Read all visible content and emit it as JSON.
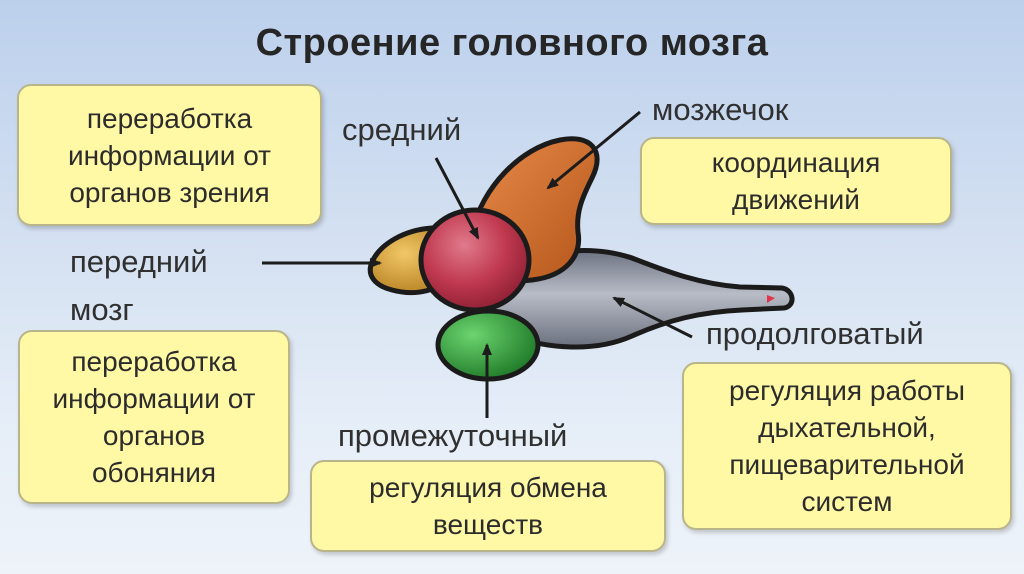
{
  "title": "Строение головного мозга",
  "parts": {
    "forebrain": {
      "label_line1": "передний",
      "label_line2": "мозг",
      "functions": [
        {
          "text": "переработка информации от органов зрения"
        },
        {
          "text": "переработка информации от органов обоняния"
        }
      ]
    },
    "midbrain": {
      "label": "средний"
    },
    "cerebellum": {
      "label": "мозжечок",
      "function": "координация движений"
    },
    "diencephalon": {
      "label": "промежуточный",
      "function": "регуляция обмена веществ"
    },
    "medulla": {
      "label": "продолговатый",
      "function": "регуляция работы дыхательной, пищеварительной систем"
    }
  },
  "colors": {
    "box_fill": "#fff9a6",
    "forebrain": "#d9a43a",
    "midbrain": "#c0394f",
    "cerebellum": "#cf6d2b",
    "diencephalon": "#2f9b3a",
    "medulla": "#8a8f9c"
  }
}
